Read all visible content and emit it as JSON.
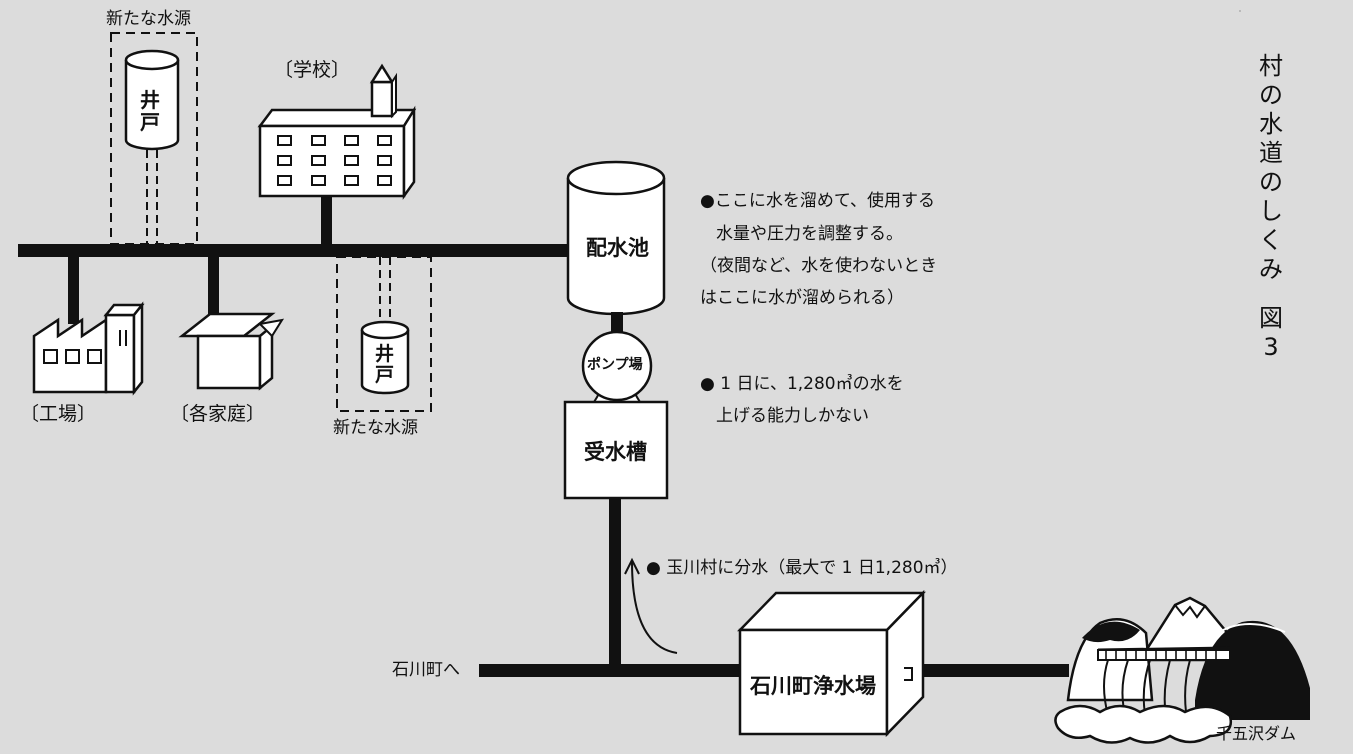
{
  "title": {
    "chars": [
      "村",
      "の",
      "水",
      "道",
      "の",
      "し",
      "く",
      "み"
    ],
    "fig_label": "図",
    "fig_number": "3"
  },
  "labels": {
    "new_source_top": "新たな水源",
    "well_top": [
      "井",
      "戸"
    ],
    "school": "〔学校〕",
    "factory": "〔工場〕",
    "homes": "〔各家庭〕",
    "well_bottom": [
      "井",
      "戸"
    ],
    "new_source_bottom": "新たな水源",
    "reservoir": "配水池",
    "pump": "ポンプ場",
    "receiving_tank": "受水槽",
    "ishikawa_direction": "石川町へ",
    "purification_plant": "石川町浄水場",
    "dam": "千五沢ダム"
  },
  "notes": {
    "reservoir_note": [
      "●ここに水を溜めて、使用する",
      "水量や圧力を調整する。",
      "（夜間など、水を使わないとき",
      "はここに水が溜められる）"
    ],
    "pump_note": [
      "● 1 日に、1,280㎥の水を",
      "上げる能力しかない"
    ],
    "distribution_note": "● 玉川村に分水（最大で 1 日1,280㎥）"
  }
}
